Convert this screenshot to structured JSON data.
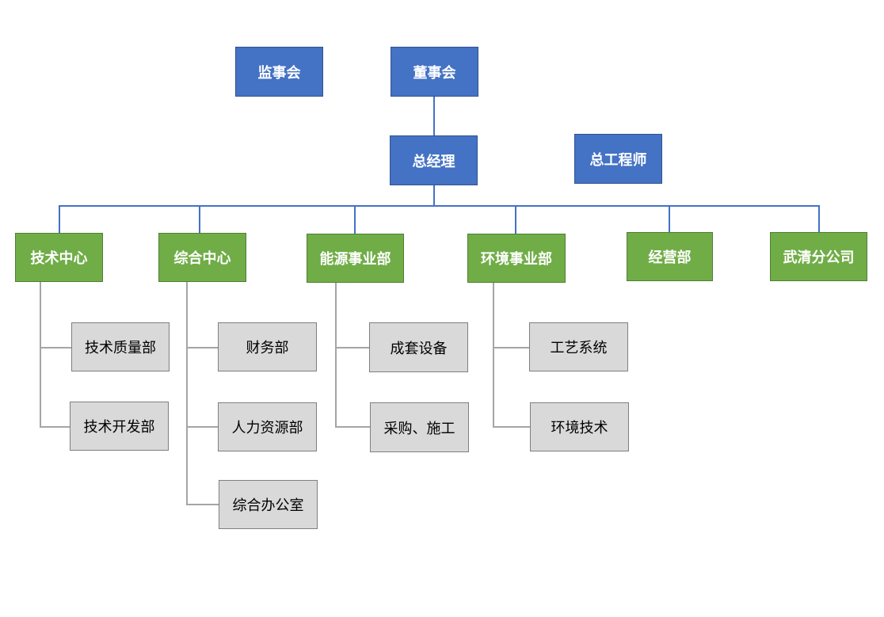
{
  "top": {
    "supervisory_board": "监事会",
    "board_of_directors": "董事会",
    "general_manager": "总经理",
    "chief_engineer": "总工程师"
  },
  "departments": [
    {
      "name": "技术中心",
      "subs": [
        "技术质量部",
        "技术开发部"
      ]
    },
    {
      "name": "综合中心",
      "subs": [
        "财务部",
        "人力资源部",
        "综合办公室"
      ]
    },
    {
      "name": "能源事业部",
      "subs": [
        "成套设备",
        "采购、施工"
      ]
    },
    {
      "name": "环境事业部",
      "subs": [
        "工艺系统",
        "环境技术"
      ]
    },
    {
      "name": "经营部",
      "subs": []
    },
    {
      "name": "武清分公司",
      "subs": []
    }
  ],
  "colors": {
    "exec": "#4472c4",
    "department": "#70ad47",
    "sub_unit": "#d9d9d9",
    "connector_exec": "#4472c4",
    "connector_sub": "#a5a5a5"
  }
}
